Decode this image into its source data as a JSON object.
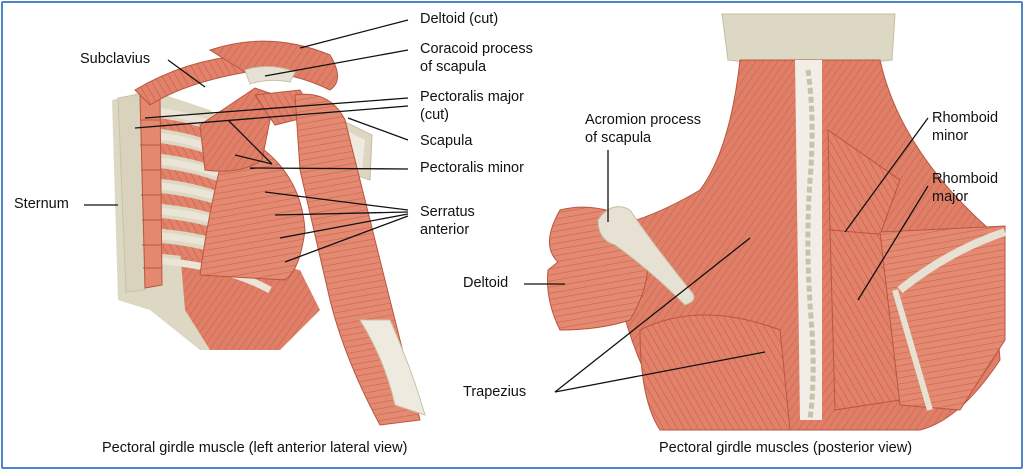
{
  "left_panel": {
    "caption": "Pectoral girdle muscle (left anterior lateral view)",
    "labels": {
      "deltoid_cut": "Deltoid (cut)",
      "subclavius": "Subclavius",
      "coracoid_1": "Coracoid process",
      "coracoid_2": "of scapula",
      "pec_major_1": "Pectoralis major",
      "pec_major_2": "(cut)",
      "scapula": "Scapula",
      "pec_minor": "Pectoralis minor",
      "sternum": "Sternum",
      "serratus_1": "Serratus",
      "serratus_2": "anterior"
    }
  },
  "right_panel": {
    "caption": "Pectoral girdle muscles (posterior view)",
    "labels": {
      "acromion_1": "Acromion process",
      "acromion_2": "of scapula",
      "rhomboid_minor_1": "Rhomboid",
      "rhomboid_minor_2": "minor",
      "rhomboid_major_1": "Rhomboid",
      "rhomboid_major_2": "major",
      "deltoid": "Deltoid",
      "trapezius": "Trapezius"
    }
  },
  "colors": {
    "muscle": "#e07f68",
    "muscle_dark": "#c0573f",
    "bone": "#ddd8c4",
    "tendon": "#f2ede6",
    "frame": "#4a86c8"
  }
}
